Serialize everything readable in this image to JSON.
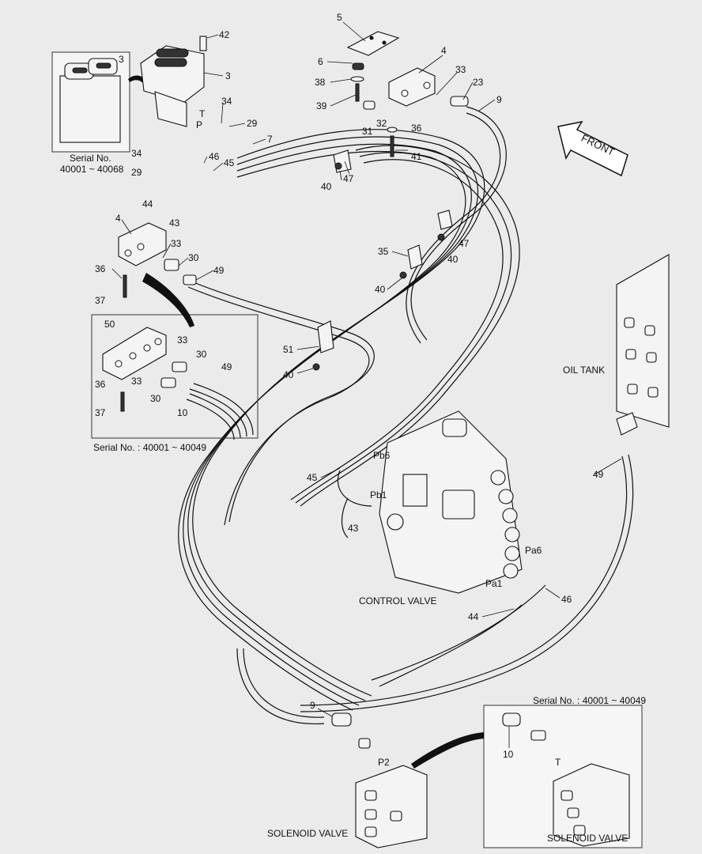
{
  "title": "",
  "direction_label": "FRONT",
  "component_labels": {
    "oil_tank": "OIL TANK",
    "control_valve": "CONTROL VALVE",
    "solenoid_valve_main": "SOLENOID VALVE",
    "solenoid_valve_inset": "SOLENOID VALVE"
  },
  "serial_notes": {
    "top_left": [
      "Serial No.",
      "40001 ~ 40068"
    ],
    "mid_left": "Serial No. : 40001 ~ 40049",
    "bottom_right": "Serial No. : 40001 ~ 40049"
  },
  "port_labels": [
    "T",
    "P",
    "Pb6",
    "Pb1",
    "Pa6",
    "Pa1",
    "P2",
    "T"
  ],
  "callouts": [
    "42",
    "3",
    "3",
    "34",
    "29",
    "7",
    "46",
    "45",
    "34",
    "29",
    "44",
    "43",
    "5",
    "6",
    "38",
    "39",
    "4",
    "33",
    "23",
    "9",
    "31",
    "32",
    "36",
    "41",
    "40",
    "47",
    "FRONT",
    "4",
    "33",
    "30",
    "36",
    "37",
    "49",
    "35",
    "40",
    "47",
    "40",
    "50",
    "33",
    "30",
    "49",
    "36",
    "33",
    "30",
    "37",
    "10",
    "51",
    "40",
    "45",
    "43",
    "49",
    "46",
    "44",
    "9",
    "10"
  ],
  "labels": {
    "t42": "42",
    "t3a": "3",
    "t3b": "3",
    "t34a": "34",
    "t29a": "29",
    "tT": "T",
    "tP": "P",
    "t7": "7",
    "t46a": "46",
    "t45a": "45",
    "t34b": "34",
    "t29b": "29",
    "t44a": "44",
    "t43a": "43",
    "t5": "5",
    "t6": "6",
    "t38": "38",
    "t39": "39",
    "t4a": "4",
    "t33a": "33",
    "t23": "23",
    "t9a": "9",
    "t31": "31",
    "t32": "32",
    "t36a": "36",
    "t41": "41",
    "t40a": "40",
    "t47a": "47",
    "t4b": "4",
    "t33b": "33",
    "t30a": "30",
    "t36b": "36",
    "t37a": "37",
    "t49a": "49",
    "t35": "35",
    "t40b": "40",
    "t47b": "47",
    "t40c": "40",
    "t50": "50",
    "t33c": "33",
    "t30b": "30",
    "t49b": "49",
    "t36c": "36",
    "t33d": "33",
    "t30c": "30",
    "t37b": "37",
    "t10a": "10",
    "t51": "51",
    "t40d": "40",
    "t45b": "45",
    "tPb6": "Pb6",
    "tPb1": "Pb1",
    "t43b": "43",
    "tPa6": "Pa6",
    "tPa1": "Pa1",
    "t44b": "44",
    "t46b": "46",
    "t49c": "49",
    "t9b": "9",
    "tP2": "P2",
    "t10b": "10",
    "tT2": "T"
  }
}
